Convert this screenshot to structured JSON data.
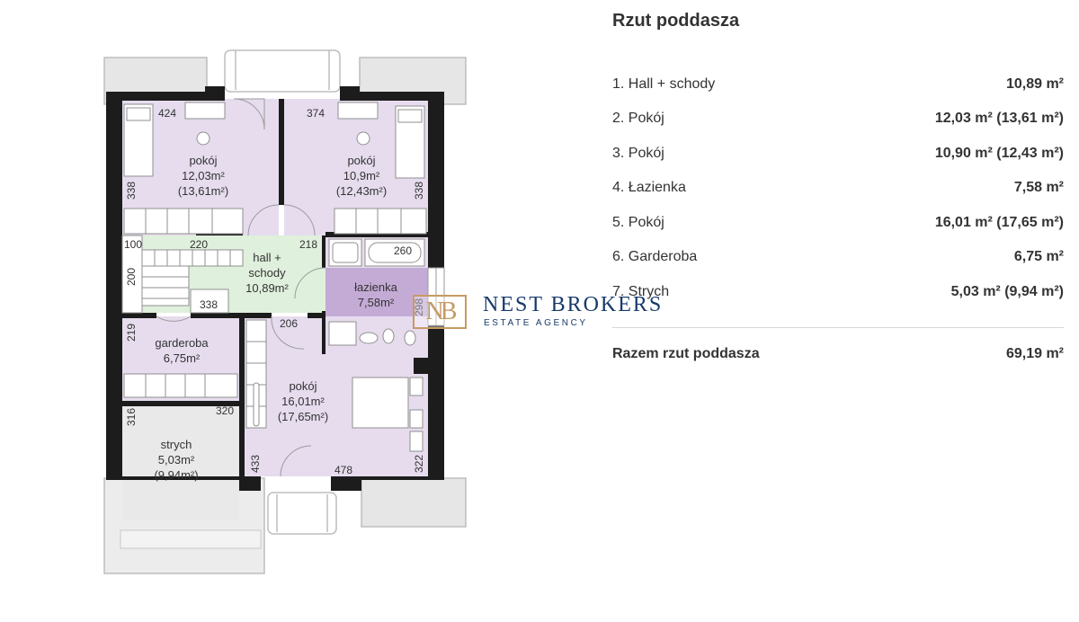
{
  "panel": {
    "title": "Rzut poddasza",
    "rows": [
      {
        "label": "1. Hall + schody",
        "value": "10,89 m²"
      },
      {
        "label": "2. Pokój",
        "value": "12,03 m² (13,61 m²)"
      },
      {
        "label": "3. Pokój",
        "value": "10,90 m² (12,43 m²)"
      },
      {
        "label": "4. Łazienka",
        "value": "7,58 m²"
      },
      {
        "label": "5. Pokój",
        "value": "16,01 m² (17,65 m²)"
      },
      {
        "label": "6. Garderoba",
        "value": "6,75 m²"
      },
      {
        "label": "7. Strych",
        "value": "5,03 m² (9,94 m²)"
      }
    ],
    "total": {
      "label": "Razem rzut poddasza",
      "value": "69,19 m²"
    }
  },
  "plan": {
    "rooms": {
      "room_left": {
        "name": "pokój",
        "area": "12,03m²",
        "area_total": "(13,61m²)"
      },
      "room_right": {
        "name": "pokój",
        "area": "10,9m²",
        "area_total": "(12,43m²)"
      },
      "hall": {
        "name_line1": "hall +",
        "name_line2": "schody",
        "area": "10,89m²"
      },
      "bathroom": {
        "name": "łazienka",
        "area": "7,58m²"
      },
      "wardrobe": {
        "name": "garderoba",
        "area": "6,75m²"
      },
      "room_large": {
        "name": "pokój",
        "area": "16,01m²",
        "area_total": "(17,65m²)"
      },
      "attic": {
        "name": "strych",
        "area": "5,03m²",
        "area_total": "(9,94m²)"
      }
    },
    "dimensions": {
      "d424": "424",
      "d374": "374",
      "d338a": "338",
      "d338b": "338",
      "d100": "100",
      "d220": "220",
      "d218": "218",
      "d260": "260",
      "d200": "200",
      "d338c": "338",
      "d298": "298",
      "d219": "219",
      "d206": "206",
      "d316": "316",
      "d320": "320",
      "d433": "433",
      "d478": "478",
      "d322": "322"
    }
  },
  "watermark": {
    "monogram": "NB",
    "name": "NEST BROKERS",
    "subtitle": "ESTATE AGENCY"
  },
  "colors": {
    "room_fill": "#e6dcee",
    "hall_fill": "#dff0dc",
    "bathroom_fill": "#c4abd6",
    "attic_fill": "#e9e9e9",
    "wall": "#1c1c1c",
    "watermark_gold": "#c69a63",
    "watermark_navy": "#173a6b"
  }
}
